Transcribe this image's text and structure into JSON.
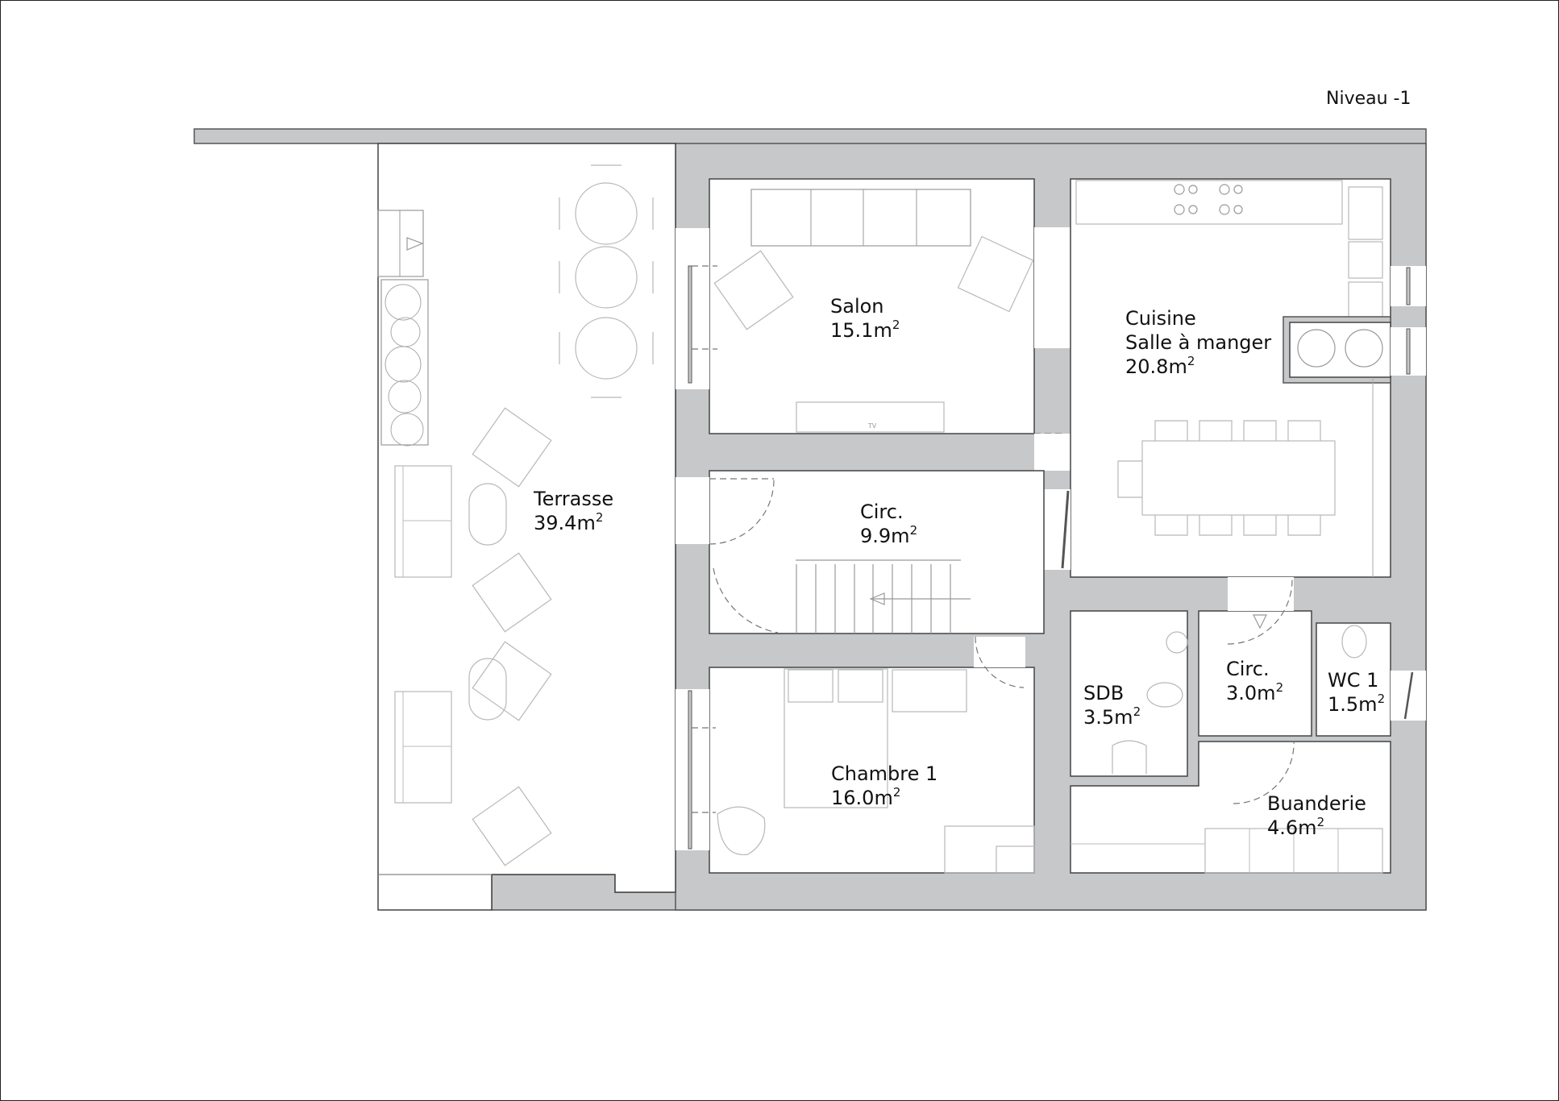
{
  "plan": {
    "level_label": "Niveau -1",
    "wall_color": "#c6c8ca",
    "area_unit": "m",
    "area_exponent": "2",
    "rooms": [
      {
        "id": "terrasse",
        "name": "Terrasse",
        "area": "39.4"
      },
      {
        "id": "salon",
        "name": "Salon",
        "area": "15.1"
      },
      {
        "id": "cuisine",
        "name": "Cuisine",
        "name2": "Salle à manger",
        "area": "20.8"
      },
      {
        "id": "circ1",
        "name": "Circ.",
        "area": "9.9"
      },
      {
        "id": "chambre1",
        "name": "Chambre 1",
        "area": "16.0"
      },
      {
        "id": "sdb",
        "name": "SDB",
        "area": "3.5"
      },
      {
        "id": "circ2",
        "name": "Circ.",
        "area": "3.0"
      },
      {
        "id": "wc1",
        "name": "WC 1",
        "area": "1.5"
      },
      {
        "id": "buanderie",
        "name": "Buanderie",
        "area": "4.6"
      }
    ],
    "furniture_labels": {
      "tv": "TV"
    }
  }
}
